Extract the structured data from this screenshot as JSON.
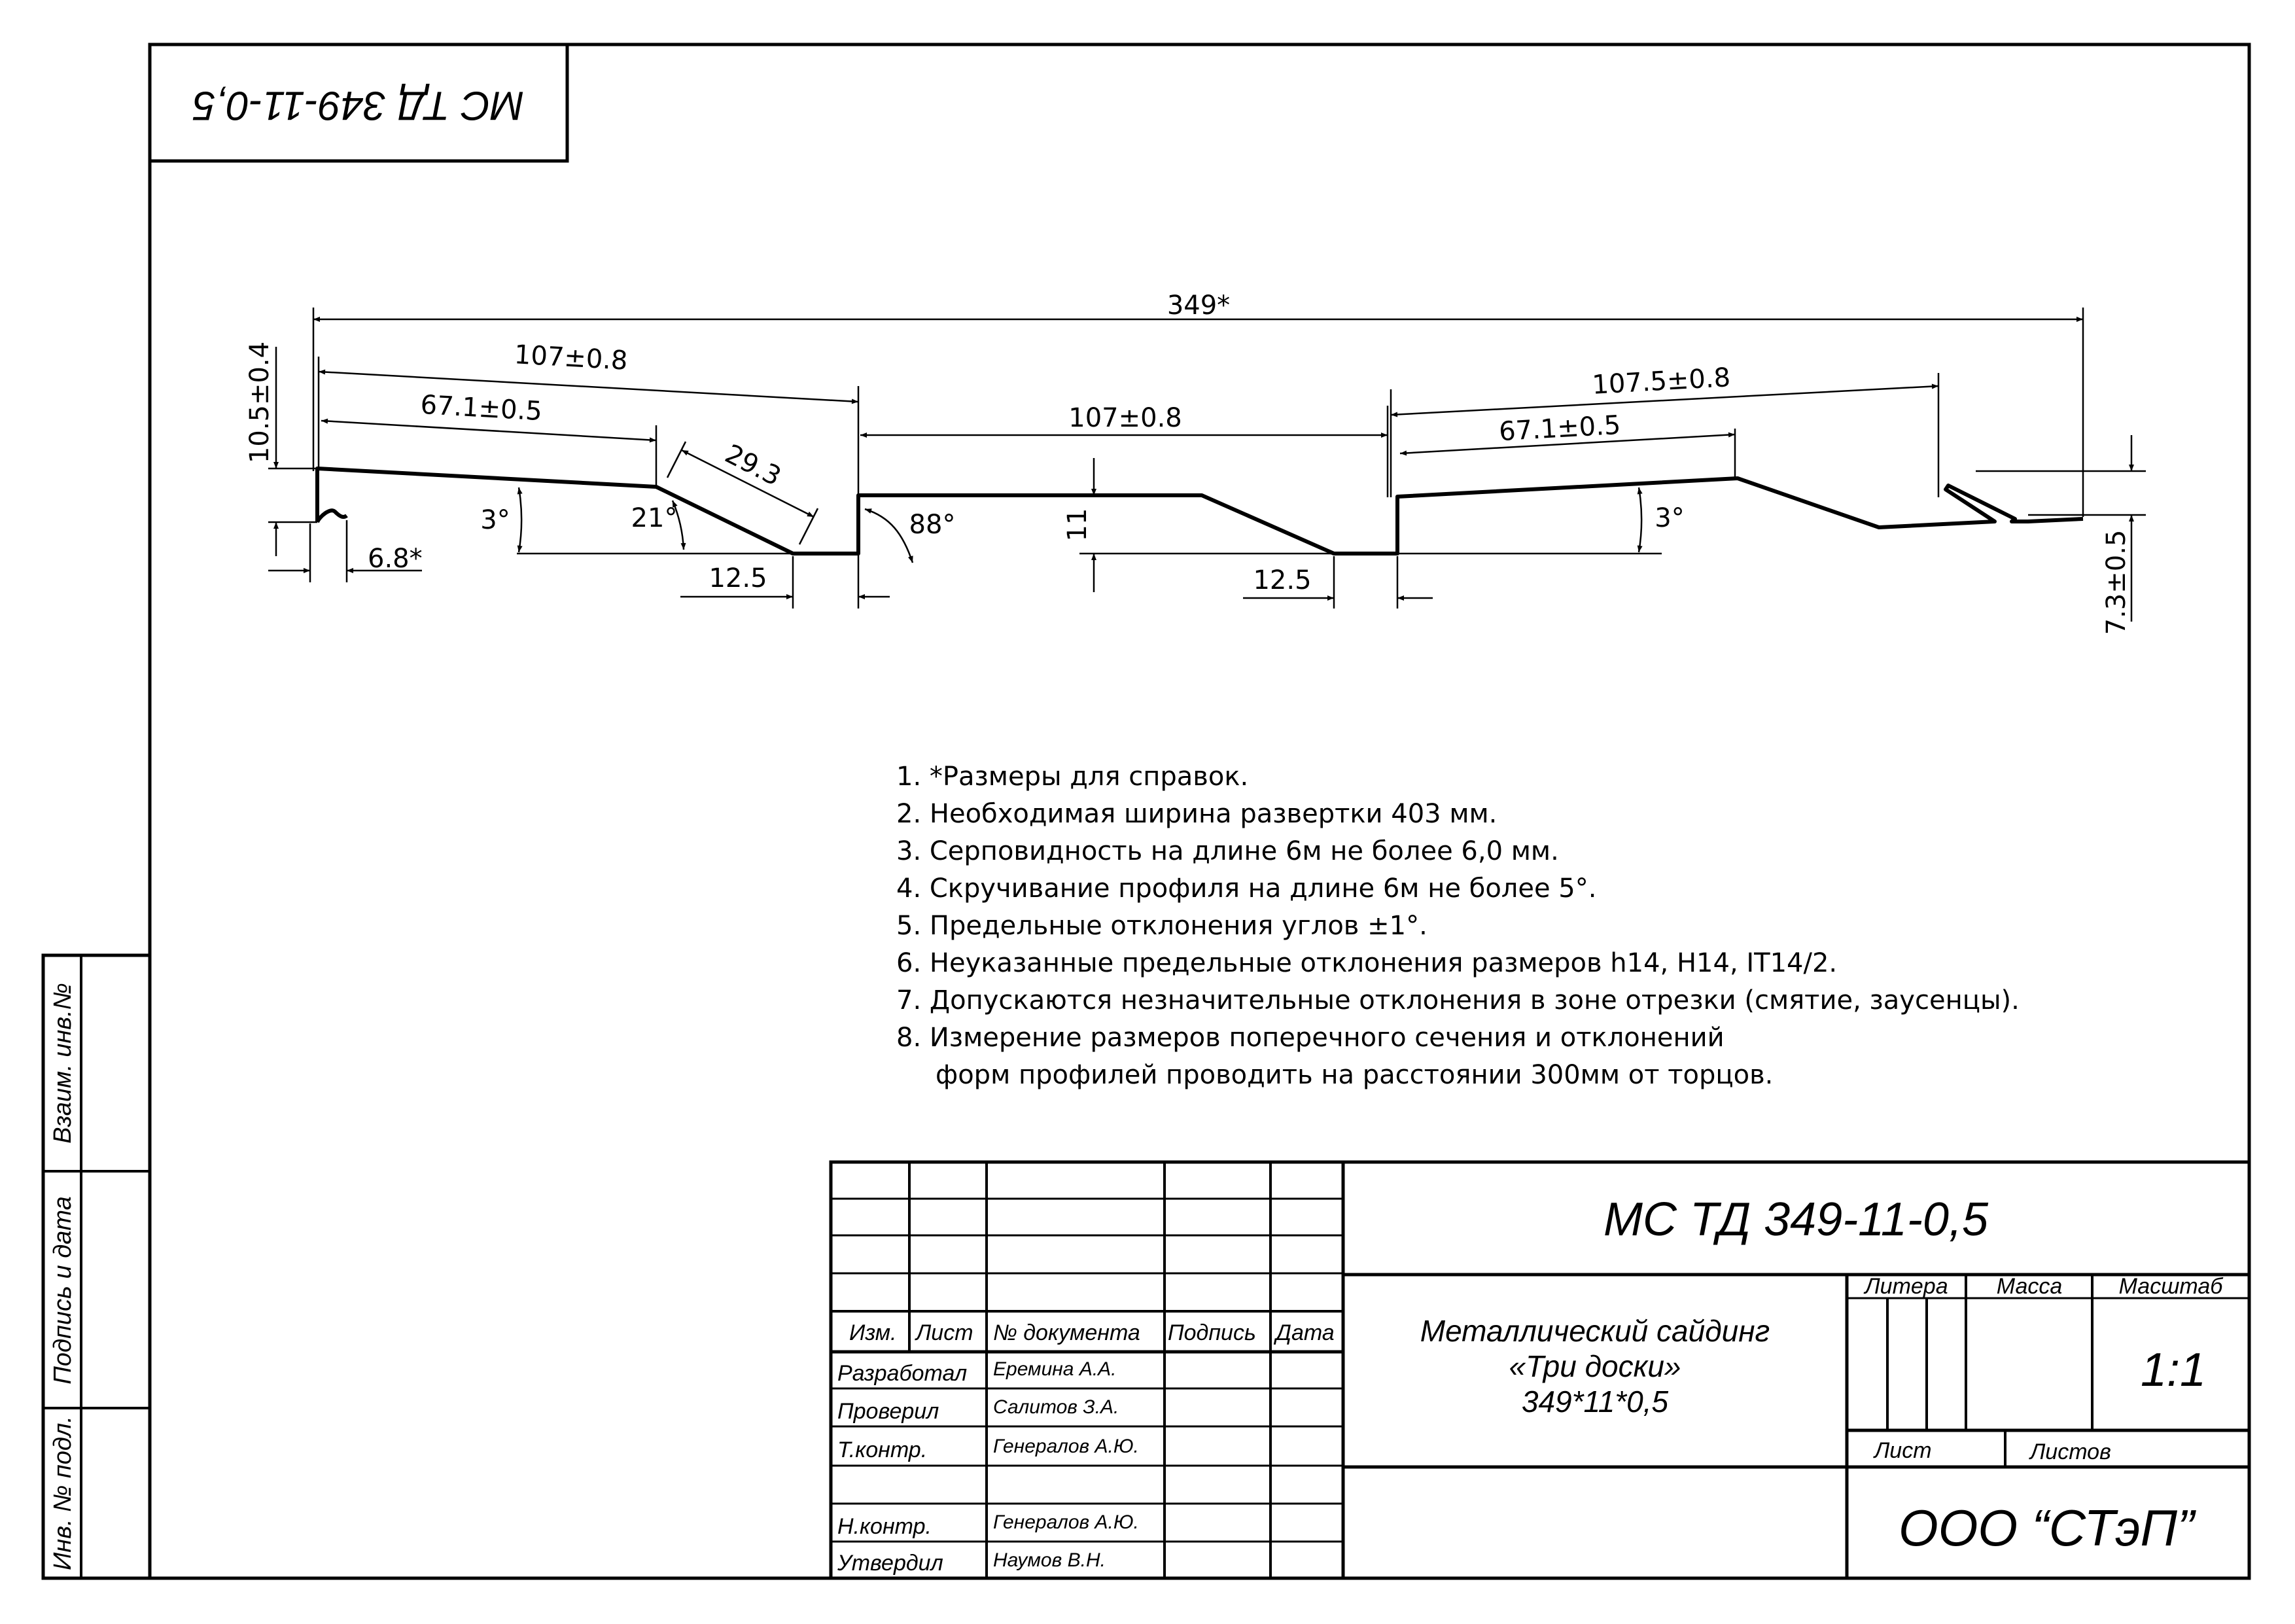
{
  "stamp_top": "МС ТД 349-11-0,5",
  "dimensions": {
    "overall": "349*",
    "left_top": "107±0.8",
    "left_flat": "67.1±0.5",
    "left_slope": "29.3",
    "left_height": "10.5±0.4",
    "left_hook": "6.8*",
    "left_angle": "3°",
    "slope_angle": "21°",
    "left_gap": "12.5",
    "mid_top": "107±0.8",
    "mid_angle": "88°",
    "mid_height": "11",
    "mid_gap": "12.5",
    "right_top": "107.5±0.8",
    "right_flat": "67.1±0.5",
    "right_angle": "3°",
    "right_height": "7.3±0.5"
  },
  "notes": [
    "1. *Размеры для справок.",
    "2. Необходимая ширина развертки 403 мм.",
    "3. Серповидность на длине 6м не более 6,0 мм.",
    "4. Скручивание профиля на длине 6м не более 5°.",
    "5. Предельные отклонения углов ±1°.",
    "6. Неуказанные предельные отклонения размеров h14, H14, IT14/2.",
    "7. Допускаются незначительные отклонения в зоне отрезки (смятие, заусенцы).",
    "8. Измерение размеров поперечного сечения и отклонений",
    "форм профилей проводить на расстоянии 300мм от торцов."
  ],
  "side_labels": {
    "vzaim": "Взаим. инв.№",
    "podpis": "Подпись и дата",
    "inv": "Инв. № подл."
  },
  "title_block": {
    "designation": "МС ТД 349-11-0,5",
    "name_line1": "Металлический сайдинг",
    "name_line2": "«Три доски»",
    "name_line3": "349*11*0,5",
    "hdr_izm": "Изм.",
    "hdr_list": "Лист",
    "hdr_doc": "№ документа",
    "hdr_sign": "Подпись",
    "hdr_date": "Дата",
    "role_dev": "Разработал",
    "role_check": "Проверил",
    "role_tcontr": "Т.контр.",
    "role_ncontr": "Н.контр.",
    "role_approve": "Утвердил",
    "name_dev": "Еремина А.А.",
    "name_check": "Салитов З.А.",
    "name_tcontr": "Генералов А.Ю.",
    "name_ncontr": "Генералов А.Ю.",
    "name_approve": "Наумов В.Н.",
    "litera": "Литера",
    "massa": "Масса",
    "masshtab": "Масштаб",
    "scale": "1:1",
    "list": "Лист",
    "listov": "Листов",
    "company": "ООО “СТэП”"
  }
}
